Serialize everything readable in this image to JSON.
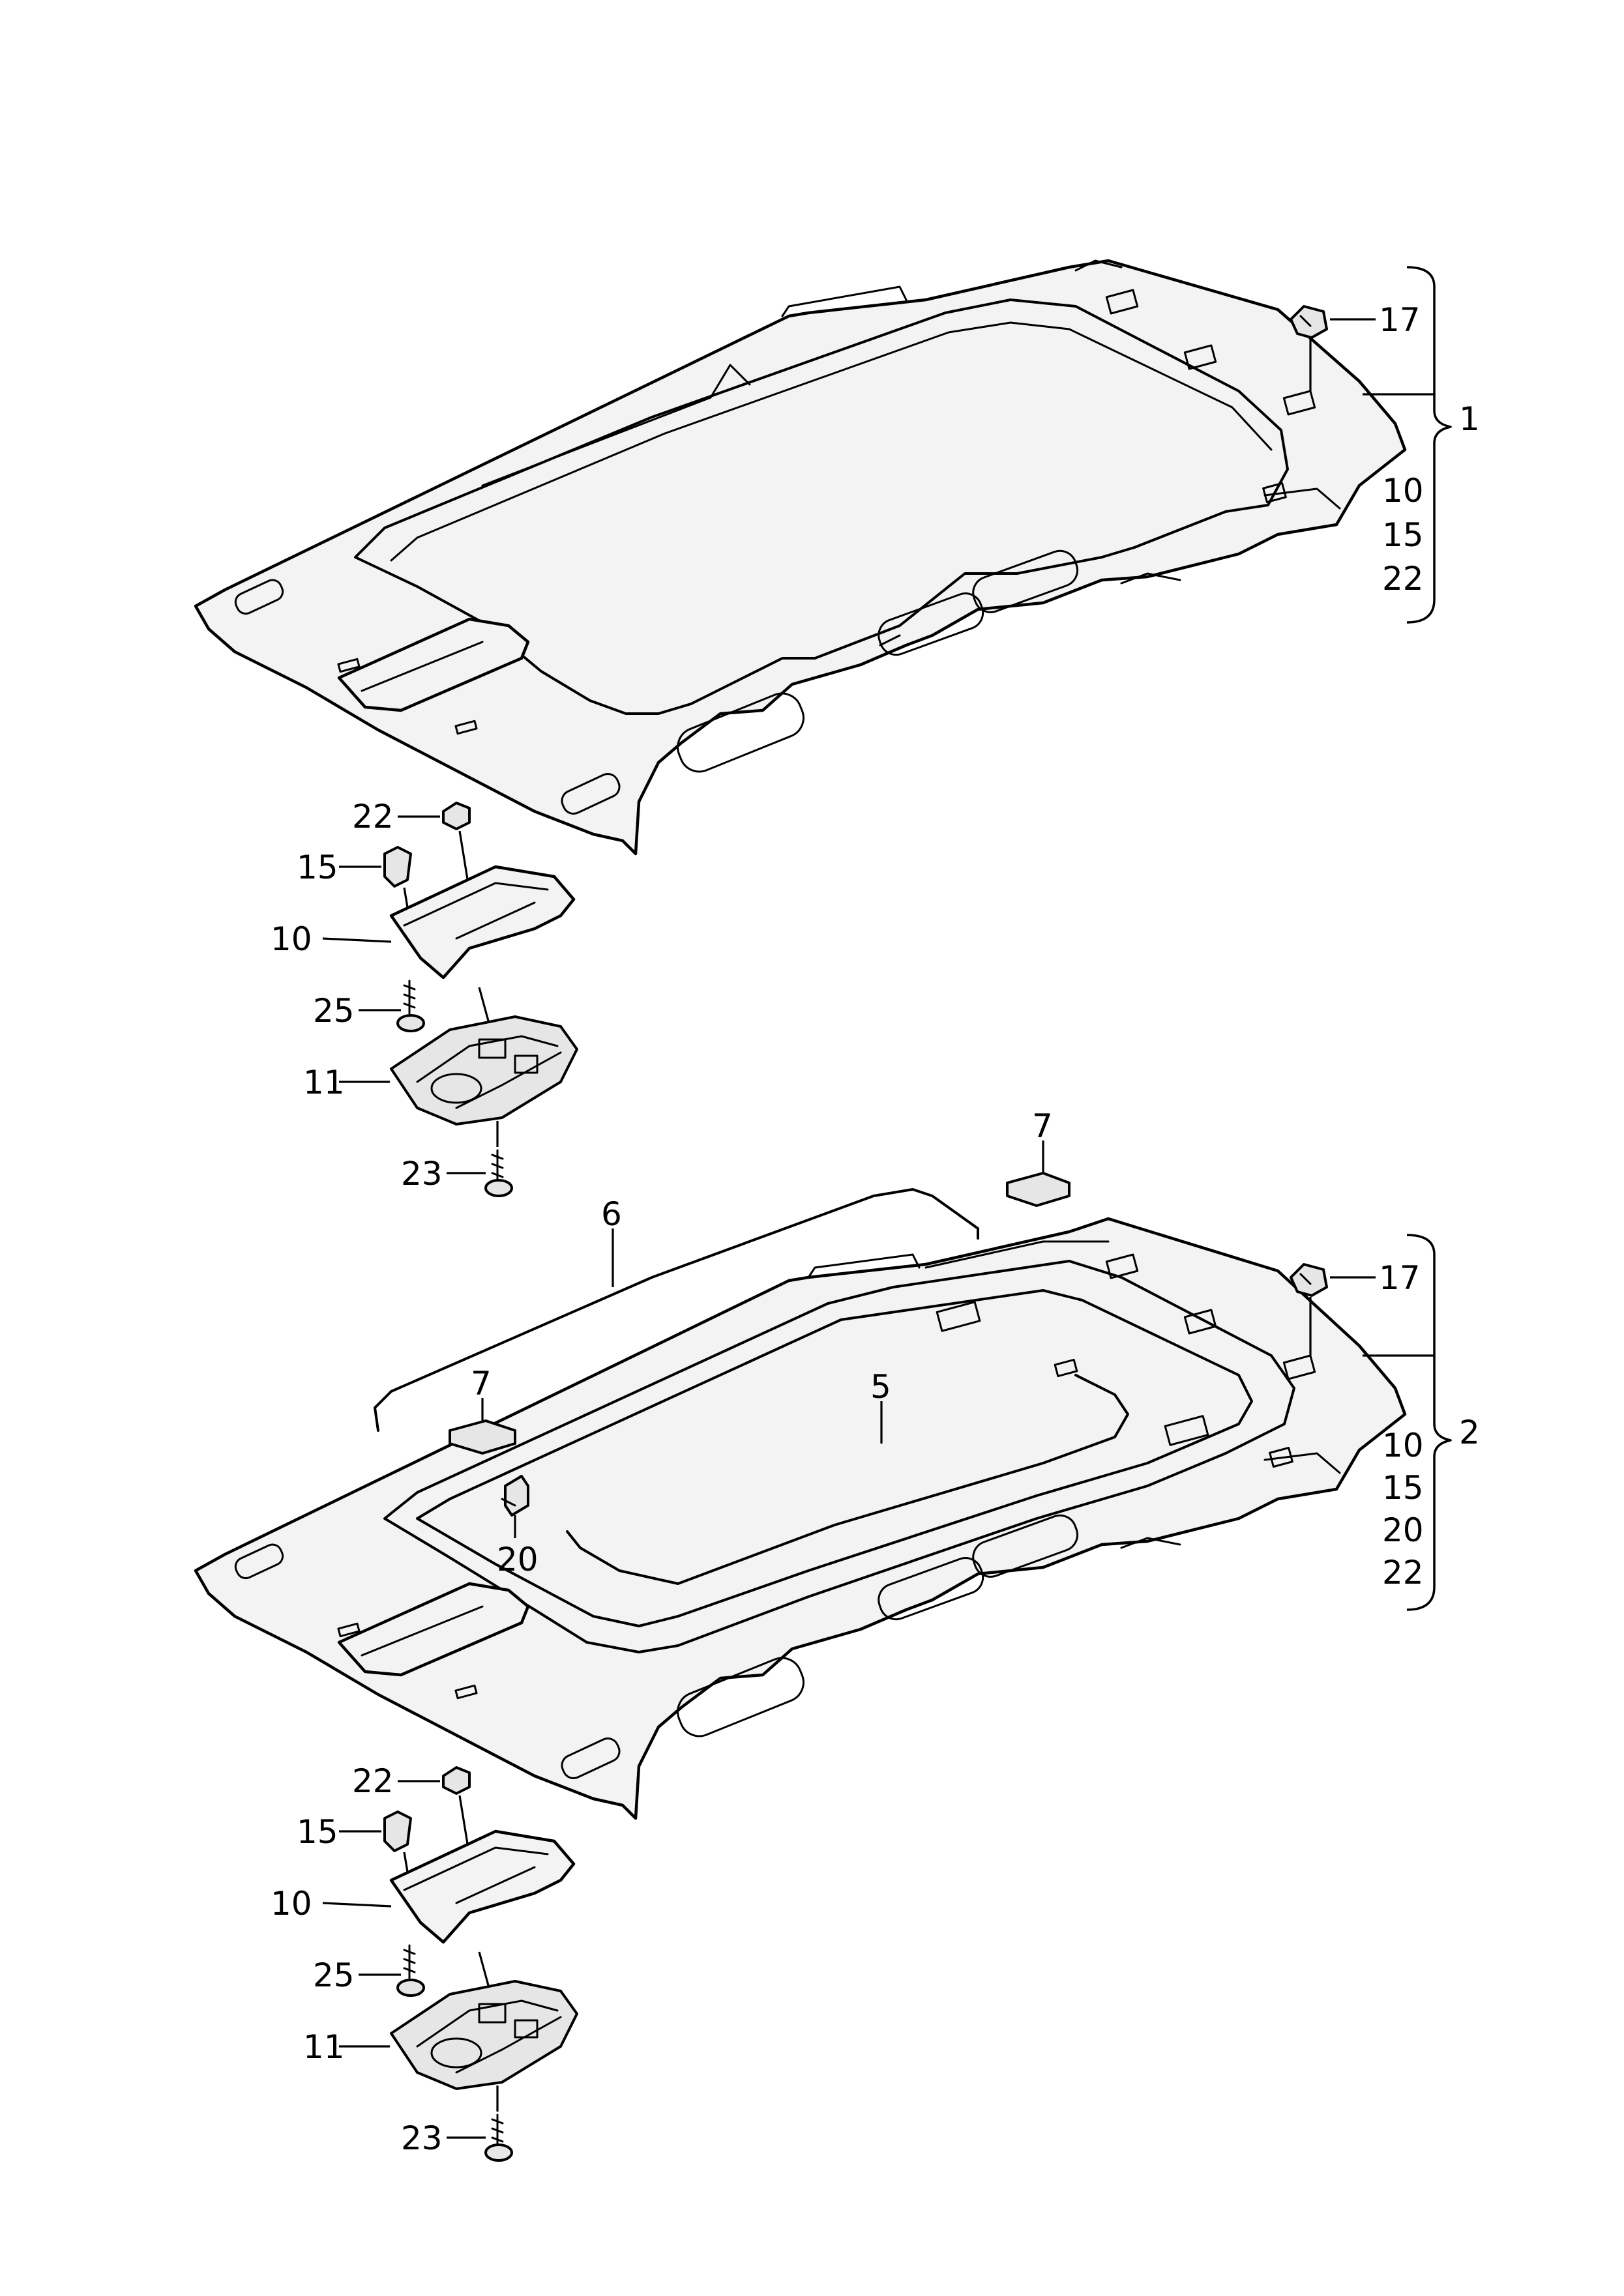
{
  "diagram": {
    "assembly_1": {
      "callout": "1",
      "group_items": [
        "10",
        "15",
        "22"
      ],
      "clip_callout": "17",
      "console_callouts": {
        "nut": "22",
        "clip": "15",
        "cover": "10",
        "screw": "25",
        "light_unit": "11",
        "bolt": "23"
      }
    },
    "assembly_2": {
      "callout": "2",
      "group_items": [
        "10",
        "15",
        "20",
        "22"
      ],
      "clip_callout": "17",
      "frame_callout": "5",
      "seal_callout": "6",
      "pad_callout_top": "7",
      "pad_callout_left": "7",
      "bracket_callout": "20",
      "console_callouts": {
        "nut": "22",
        "clip": "15",
        "cover": "10",
        "screw": "25",
        "light_unit": "11",
        "bolt": "23"
      }
    }
  }
}
